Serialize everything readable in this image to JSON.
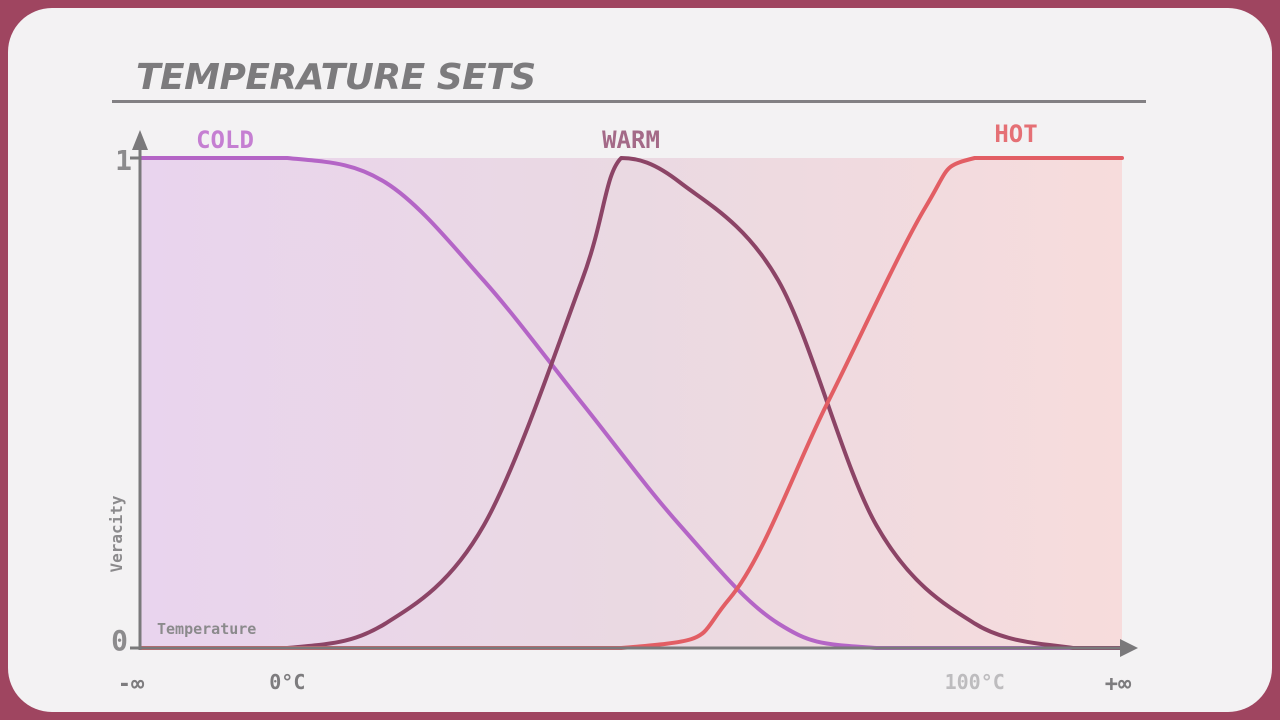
{
  "title": "TEMPERATURE SETS",
  "chart_data": {
    "type": "line",
    "x_tick_labels": [
      "-∞",
      "0°C",
      "100°C",
      "+∞"
    ],
    "y_tick_labels": [
      "0",
      "1"
    ],
    "xlabel": "Temperature",
    "ylabel": "Veracity",
    "ylim": [
      0,
      1
    ],
    "x_domain": [
      0,
      100
    ],
    "grid": false,
    "series": [
      {
        "name": "COLD",
        "color": "#b465c6",
        "points": [
          [
            0,
            1
          ],
          [
            15,
            1
          ],
          [
            25,
            0.95
          ],
          [
            35,
            0.75
          ],
          [
            45,
            0.5
          ],
          [
            55,
            0.25
          ],
          [
            65,
            0.05
          ],
          [
            75,
            0
          ],
          [
            100,
            0
          ]
        ]
      },
      {
        "name": "WARM",
        "color": "#8c4466",
        "points": [
          [
            0,
            0
          ],
          [
            15,
            0
          ],
          [
            25,
            0.05
          ],
          [
            35,
            0.25
          ],
          [
            45,
            0.75
          ],
          [
            49,
            1
          ],
          [
            55,
            0.95
          ],
          [
            65,
            0.75
          ],
          [
            75,
            0.25
          ],
          [
            85,
            0.05
          ],
          [
            95,
            0
          ],
          [
            100,
            0
          ]
        ]
      },
      {
        "name": "HOT",
        "color": "#e25e64",
        "points": [
          [
            0,
            0
          ],
          [
            49,
            0
          ],
          [
            60,
            0.1
          ],
          [
            70,
            0.5
          ],
          [
            80,
            0.9
          ],
          [
            85,
            1
          ],
          [
            100,
            1
          ]
        ]
      }
    ]
  }
}
